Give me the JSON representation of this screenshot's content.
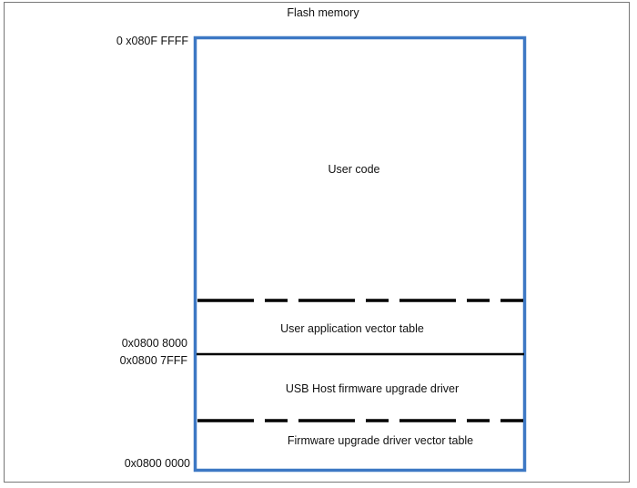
{
  "title": "Flash memory",
  "colors": {
    "box": "#3d78c4",
    "lines": "#000000"
  },
  "addresses": {
    "top": "0 x080F FFFF",
    "app_start": "0x0800 8000",
    "driver_end": "0x0800 7FFF",
    "base": "0x0800 0000"
  },
  "regions": {
    "user_code": "User code",
    "user_vector_table": "User application vector table",
    "usb_driver": "USB Host firmware upgrade driver",
    "driver_vector_table": "Firmware upgrade driver vector table"
  }
}
